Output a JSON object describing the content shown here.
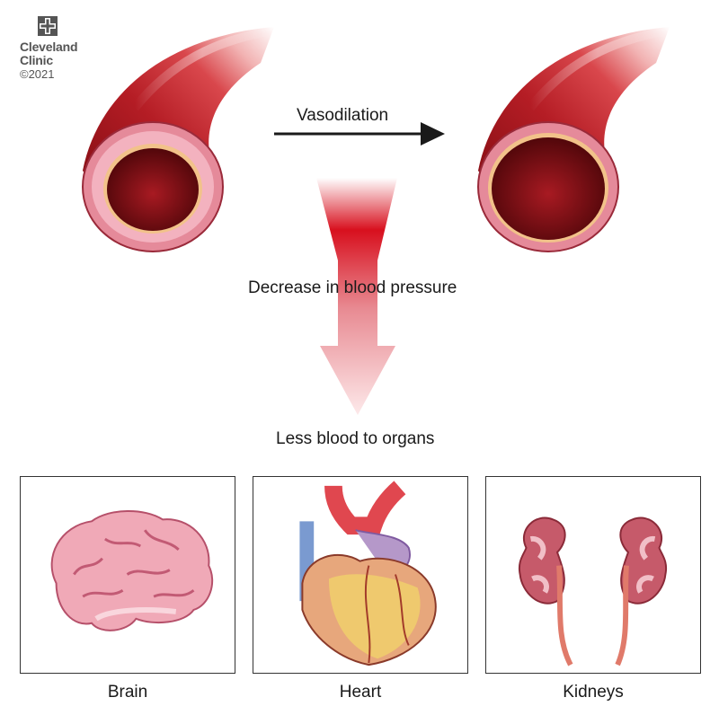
{
  "logo": {
    "line1": "Cleveland",
    "line2": "Clinic",
    "copyright": "©2021",
    "mark_color": "#555555"
  },
  "top": {
    "process_label": "Vasodilation"
  },
  "middle": {
    "effect_label": "Decrease in blood pressure",
    "result_label": "Less blood to organs"
  },
  "organs": [
    {
      "label": "Brain",
      "icon": "brain-icon"
    },
    {
      "label": "Heart",
      "icon": "heart-icon"
    },
    {
      "label": "Kidneys",
      "icon": "kidneys-icon"
    }
  ],
  "colors": {
    "vessel_dark": "#8f0f16",
    "vessel_mid": "#c4282f",
    "vessel_wall": "#e58a9a",
    "arrow_red": "#c8101e",
    "text": "#1a1a1a"
  }
}
